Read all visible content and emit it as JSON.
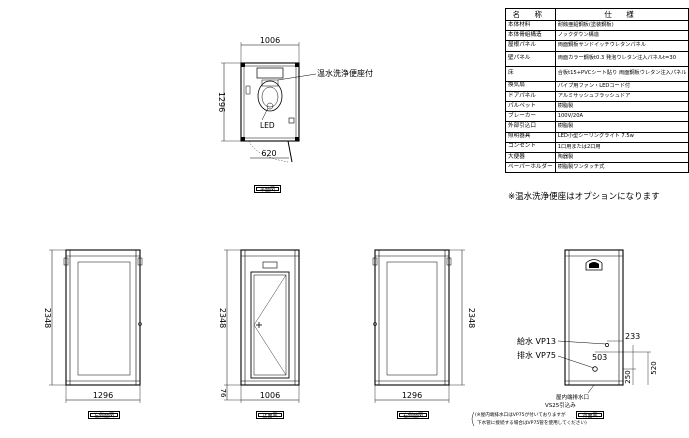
{
  "spec_table": {
    "headers": [
      "名 称",
      "仕 様"
    ],
    "rows": [
      [
        "本体材料",
        "耐蝕亜鉛鋼板(塗装鋼板)"
      ],
      [
        "本体骨組構造",
        "ノックダウン構造"
      ],
      [
        "屋根パネル",
        "両面鋼板サンドイッチウレタンパネル"
      ],
      [
        "壁パネル",
        "両面カラー鋼板t0.3 発泡ウレタン注入パネルt=30"
      ],
      [
        "床",
        "合板t15+PVCシート貼り 両面鋼板ウレタン注入パネル"
      ],
      [
        "換気扇",
        "パイプ用ファン・LEDコード付"
      ],
      [
        "ドアパネル",
        "アルミサッシュフラッシュドア"
      ],
      [
        "パルペット",
        "樹脂製"
      ],
      [
        "ブレーカー",
        "100V/20A"
      ],
      [
        "外部引込口",
        "樹脂製"
      ],
      [
        "照明器具",
        "LED小型シーリングライト 7.5w"
      ],
      [
        "コンセント",
        "1口用または2口用"
      ],
      [
        "大便器",
        "陶器製"
      ],
      [
        "ペーパーホルダー",
        "樹脂製ワンタッチ式"
      ]
    ],
    "note": "※温水洗浄便座はオプションになります"
  },
  "plan_view": {
    "width_dim": "1006",
    "depth_dim": "1296",
    "door_dim": "620",
    "seat_label": "温水洗浄便座付",
    "led_label": "LED",
    "caption": "平面図"
  },
  "left_side_view": {
    "height_dim": "2348",
    "width_dim": "1296",
    "caption": "左側面図"
  },
  "front_view": {
    "height_dim": "2348",
    "width_dim": "1006",
    "base_dim": "76",
    "caption": "正面図"
  },
  "right_side_view": {
    "height_dim": "2348",
    "width_dim": "1296",
    "caption": "右側面図"
  },
  "back_view": {
    "supply_label": "給水 VP13",
    "drain_label": "排水 VP75",
    "dim_233": "233",
    "dim_503": "503",
    "dim_250": "250",
    "dim_520": "520",
    "inlet_label": "屋内端排水口",
    "inlet_sub": "VS25引込み",
    "caption": "背面図",
    "footnote_line1": "(※屋内端排水口はVP75が付いておりますが",
    "footnote_line2": "下水管に接続する場合はVP75管を使用してください)"
  }
}
